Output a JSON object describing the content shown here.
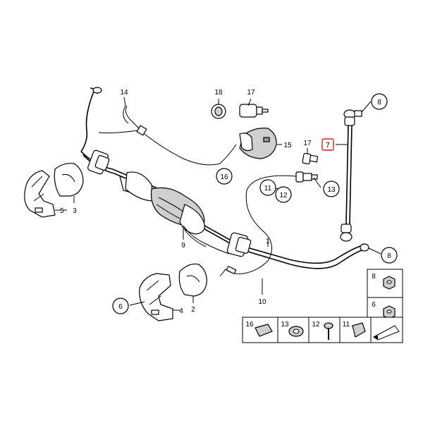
{
  "diagram": {
    "callouts": [
      {
        "label": "14"
      },
      {
        "label": "18"
      },
      {
        "label": "17"
      },
      {
        "label": "15"
      },
      {
        "label": "16"
      },
      {
        "label": "17"
      },
      {
        "label": "11"
      },
      {
        "label": "12"
      },
      {
        "label": "13"
      },
      {
        "label": "7"
      },
      {
        "label": "8"
      },
      {
        "label": "8"
      },
      {
        "label": "5"
      },
      {
        "label": "3"
      },
      {
        "label": "9"
      },
      {
        "label": "1"
      },
      {
        "label": "6"
      },
      {
        "label": "4"
      },
      {
        "label": "2"
      },
      {
        "label": "10"
      }
    ],
    "legend_cells": [
      {
        "label": "8"
      },
      {
        "label": "6"
      },
      {
        "label": "16"
      },
      {
        "label": "13"
      },
      {
        "label": "12"
      },
      {
        "label": "11"
      }
    ],
    "highlight_color": "#d42020"
  }
}
